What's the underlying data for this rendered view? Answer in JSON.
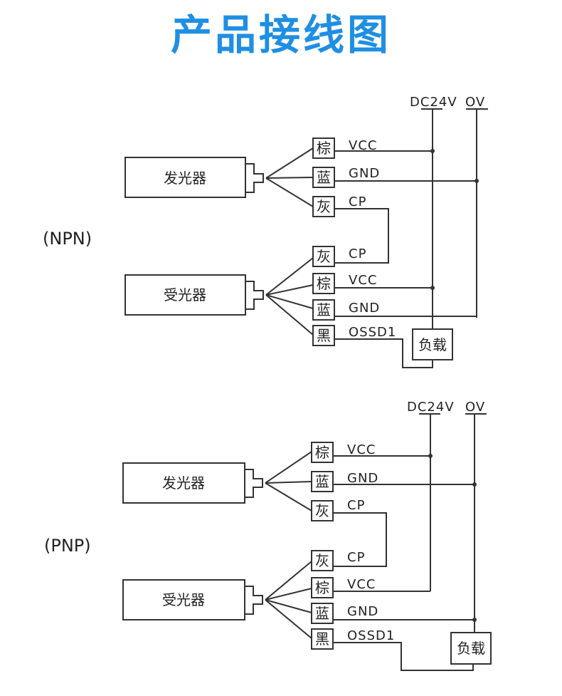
{
  "title": "产品接线图",
  "colors": {
    "title": "#1e8fe3",
    "line": "#333333"
  },
  "supply": {
    "positive": "DC24V",
    "ground": "OV"
  },
  "sections": [
    {
      "mode": "(NPN)",
      "emitter": {
        "name": "发光器",
        "wires": [
          {
            "color": "棕",
            "signal": "VCC"
          },
          {
            "color": "蓝",
            "signal": "GND"
          },
          {
            "color": "灰",
            "signal": "CP"
          }
        ]
      },
      "receiver": {
        "name": "受光器",
        "wires": [
          {
            "color": "灰",
            "signal": "CP"
          },
          {
            "color": "棕",
            "signal": "VCC"
          },
          {
            "color": "蓝",
            "signal": "GND"
          },
          {
            "color": "黑",
            "signal": "OSSD1"
          }
        ]
      },
      "load": "负载"
    },
    {
      "mode": "(PNP)",
      "emitter": {
        "name": "发光器",
        "wires": [
          {
            "color": "棕",
            "signal": "VCC"
          },
          {
            "color": "蓝",
            "signal": "GND"
          },
          {
            "color": "灰",
            "signal": "CP"
          }
        ]
      },
      "receiver": {
        "name": "受光器",
        "wires": [
          {
            "color": "灰",
            "signal": "CP"
          },
          {
            "color": "棕",
            "signal": "VCC"
          },
          {
            "color": "蓝",
            "signal": "GND"
          },
          {
            "color": "黑",
            "signal": "OSSD1"
          }
        ]
      },
      "load": "负载"
    }
  ]
}
